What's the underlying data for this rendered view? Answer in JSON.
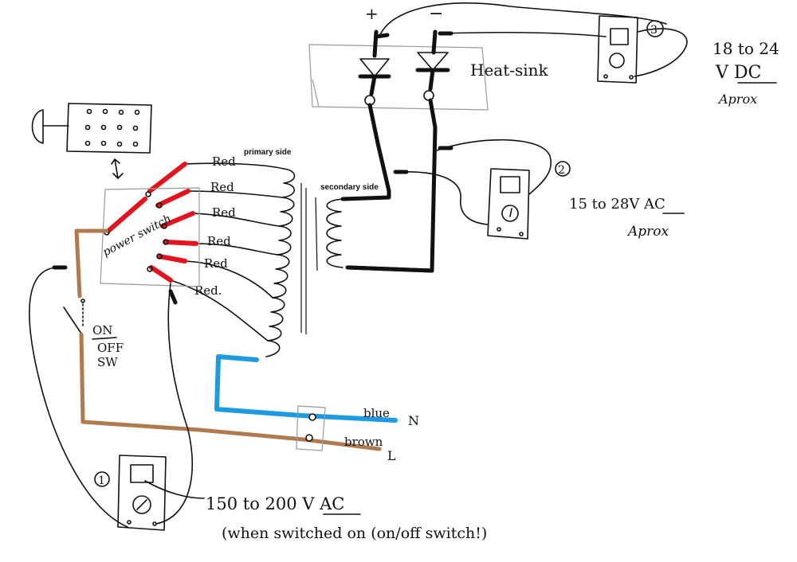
{
  "labels": {
    "plus": "+",
    "minus": "−",
    "heatsink": "Heat-sink",
    "dc_range": "18 to 24",
    "dc_unit": "V DC",
    "dc_approx": "Aprox",
    "meter3_num": "3",
    "meter2_num": "2",
    "meter1_num": "1",
    "primary_side": "primary side",
    "secondary_side": "secondary side",
    "ac_low_range": "15 to 28V AC",
    "ac_low_approx": "Aprox",
    "red_labels": [
      "Red",
      "Red",
      "Red",
      "Red",
      "Red",
      "Red."
    ],
    "power_switch": "power switch",
    "on": "ON",
    "off": "OFF",
    "sw": "SW",
    "neutral_wire": "blue",
    "neutral_letter": "N",
    "live_wire": "brown",
    "live_letter": "L",
    "ac_high_range": "150 to 200 V AC",
    "ac_high_note": "(when switched on  (on/off switch!)"
  },
  "colors": {
    "red_wire": "#e3141d",
    "blue_wire": "#1f9ae0",
    "brown_wire": "#b07a4e",
    "ink": "#111111"
  }
}
